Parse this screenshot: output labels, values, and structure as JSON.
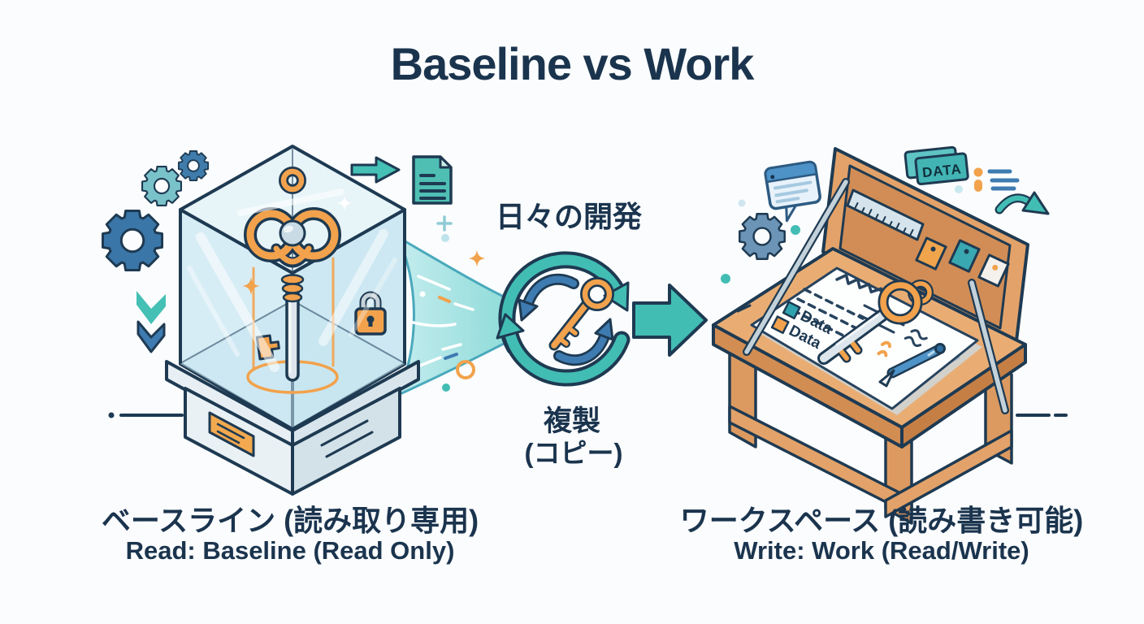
{
  "title": "Baseline vs Work",
  "center_flow": {
    "top_label": "日々の開発",
    "bottom_label_line1": "複製",
    "bottom_label_line2": "(コピー)"
  },
  "left_panel": {
    "caption_jp": "ベースライン (読み取り専用)",
    "caption_en": "Read: Baseline (Read Only)"
  },
  "right_panel": {
    "caption_jp": "ワークスペース (読み書き可能)",
    "caption_en": "Write: Work (Read/Write)",
    "data_tag_label": "DATA",
    "paper_legend": [
      {
        "label": "Data",
        "color": "#2fa3ad"
      },
      {
        "label": "Data",
        "color": "#f2a24c"
      }
    ]
  },
  "colors": {
    "background": "#fafcfd",
    "navy_outline": "#1e3a52",
    "title_text": "#1b344e",
    "teal": "#42bdb4",
    "blue": "#3e7bb1",
    "orange": "#f2a24c",
    "glass_blue": "#d7edf5",
    "wood": "#e3a269",
    "metal_gray": "#c3d2da",
    "paper": "#fdfefe"
  },
  "icons": {
    "left": [
      "gear-icon",
      "gear-icon",
      "gear-icon",
      "chevron-down-icon",
      "chevron-down-icon",
      "arrow-right-icon",
      "document-icon",
      "sparkle-icon",
      "key-icon",
      "padlock-icon"
    ],
    "center": [
      "sync-cycle-icon",
      "key-icon",
      "flow-arrow-icon"
    ],
    "right": [
      "speech-bubble-icon",
      "gear-icon",
      "data-tag",
      "list-icon",
      "curved-arrow-icon",
      "ruler-icon",
      "sticky-note-icon",
      "key-icon",
      "pen-icon"
    ]
  }
}
